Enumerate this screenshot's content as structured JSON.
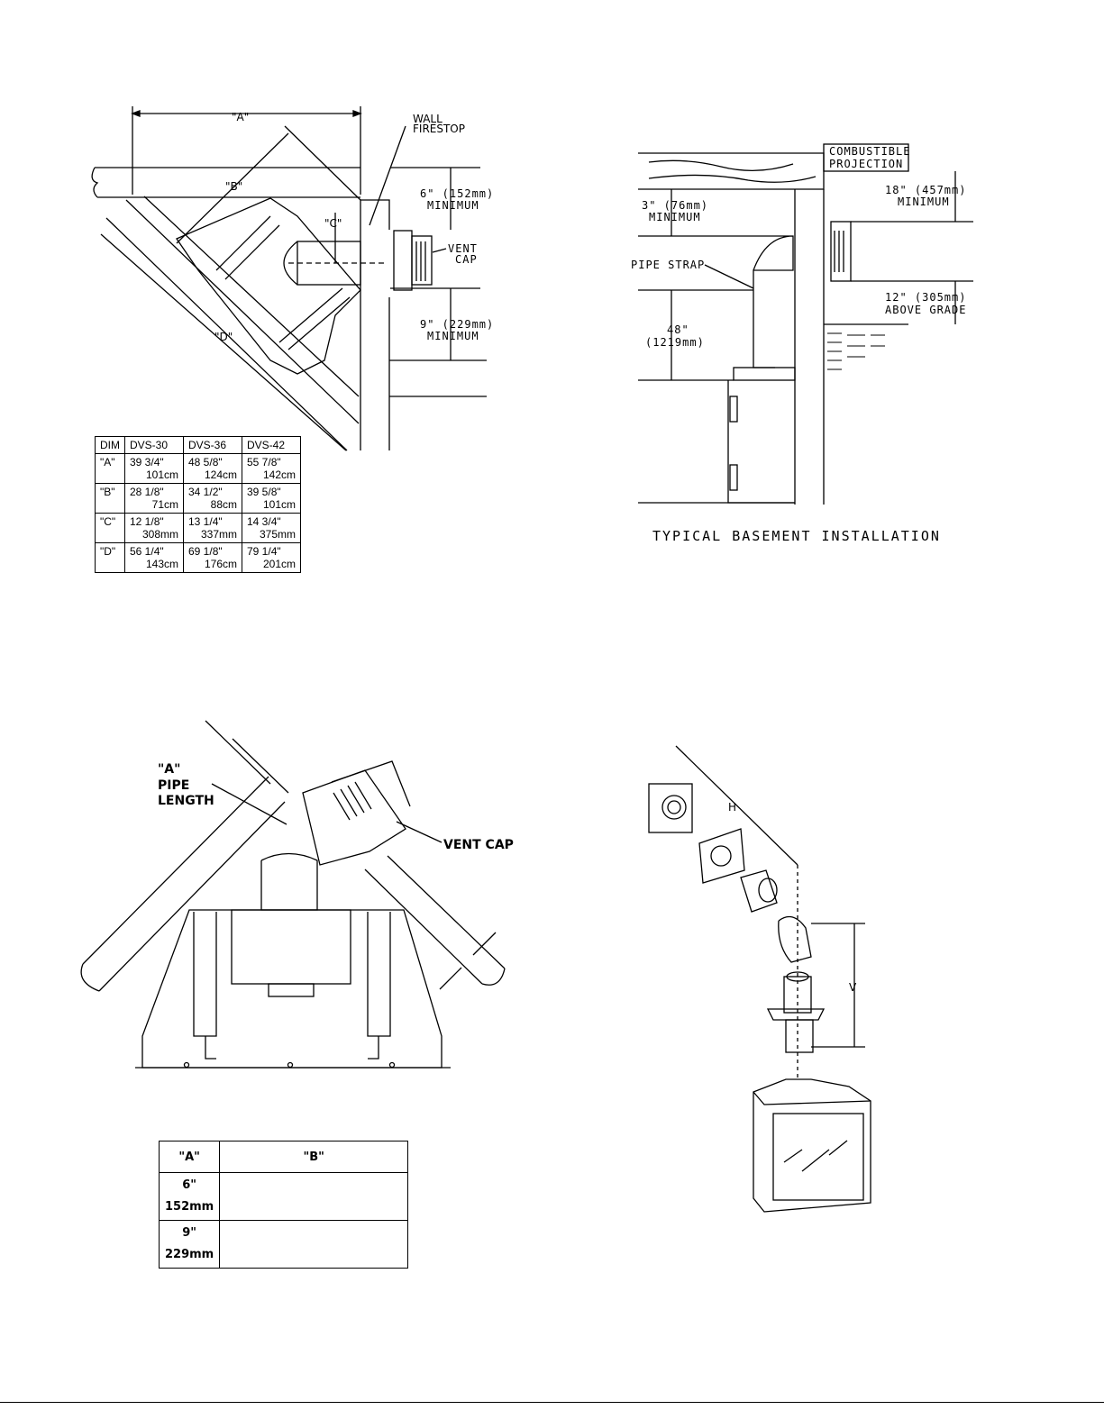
{
  "top_left": {
    "label_a": "\"A\"",
    "label_b": "\"B\"",
    "label_c": "\"C\"",
    "label_d": "\"D\"",
    "wall_firestop_1": "WALL",
    "wall_firestop_2": "FIRESTOP",
    "vent_cap_1": "VENT",
    "vent_cap_2": "CAP",
    "min6_1": "6\" (152mm)",
    "min6_2": "MINIMUM",
    "min9_1": "9\" (229mm)",
    "min9_2": "MINIMUM",
    "table": {
      "headers": [
        "DIM",
        "DVS-30",
        "DVS-36",
        "DVS-42"
      ],
      "rows": [
        {
          "dim": "\"A\"",
          "cells": [
            [
              "39 3/4\"",
              "101cm"
            ],
            [
              "48 5/8\"",
              "124cm"
            ],
            [
              "55 7/8\"",
              "142cm"
            ]
          ]
        },
        {
          "dim": "\"B\"",
          "cells": [
            [
              "28 1/8\"",
              "71cm"
            ],
            [
              "34 1/2\"",
              "88cm"
            ],
            [
              "39 5/8\"",
              "101cm"
            ]
          ]
        },
        {
          "dim": "\"C\"",
          "cells": [
            [
              "12 1/8\"",
              "308mm"
            ],
            [
              "13 1/4\"",
              "337mm"
            ],
            [
              "14 3/4\"",
              "375mm"
            ]
          ]
        },
        {
          "dim": "\"D\"",
          "cells": [
            [
              "56 1/4\"",
              "143cm"
            ],
            [
              "69 1/8\"",
              "176cm"
            ],
            [
              "79 1/4\"",
              "201cm"
            ]
          ]
        }
      ]
    }
  },
  "top_right": {
    "combustible_1": "COMBUSTIBLE",
    "combustible_2": "PROJECTION",
    "min18_1": "18\" (457mm)",
    "min18_2": "MINIMUM",
    "min3_1": "3\" (76mm)",
    "min3_2": "MINIMUM",
    "pipe_strap": "PIPE STRAP",
    "h48_1": "48\"",
    "h48_2": "(1219mm)",
    "above12_1": "12\" (305mm)",
    "above12_2": "ABOVE GRADE",
    "caption": "TYPICAL BASEMENT INSTALLATION"
  },
  "bottom_left": {
    "pipe_a_1": "\"A\"",
    "pipe_a_2": "PIPE",
    "pipe_a_3": "LENGTH",
    "vent_cap": "VENT CAP",
    "table": {
      "header_a": "\"A\"",
      "header_b": "\"B\"",
      "rows": [
        {
          "a1": "6\"",
          "a2": "152mm",
          "b": ""
        },
        {
          "a1": "9\"",
          "a2": "229mm",
          "b": ""
        }
      ]
    }
  },
  "bottom_right": {
    "label_h": "H",
    "label_v": "V"
  }
}
